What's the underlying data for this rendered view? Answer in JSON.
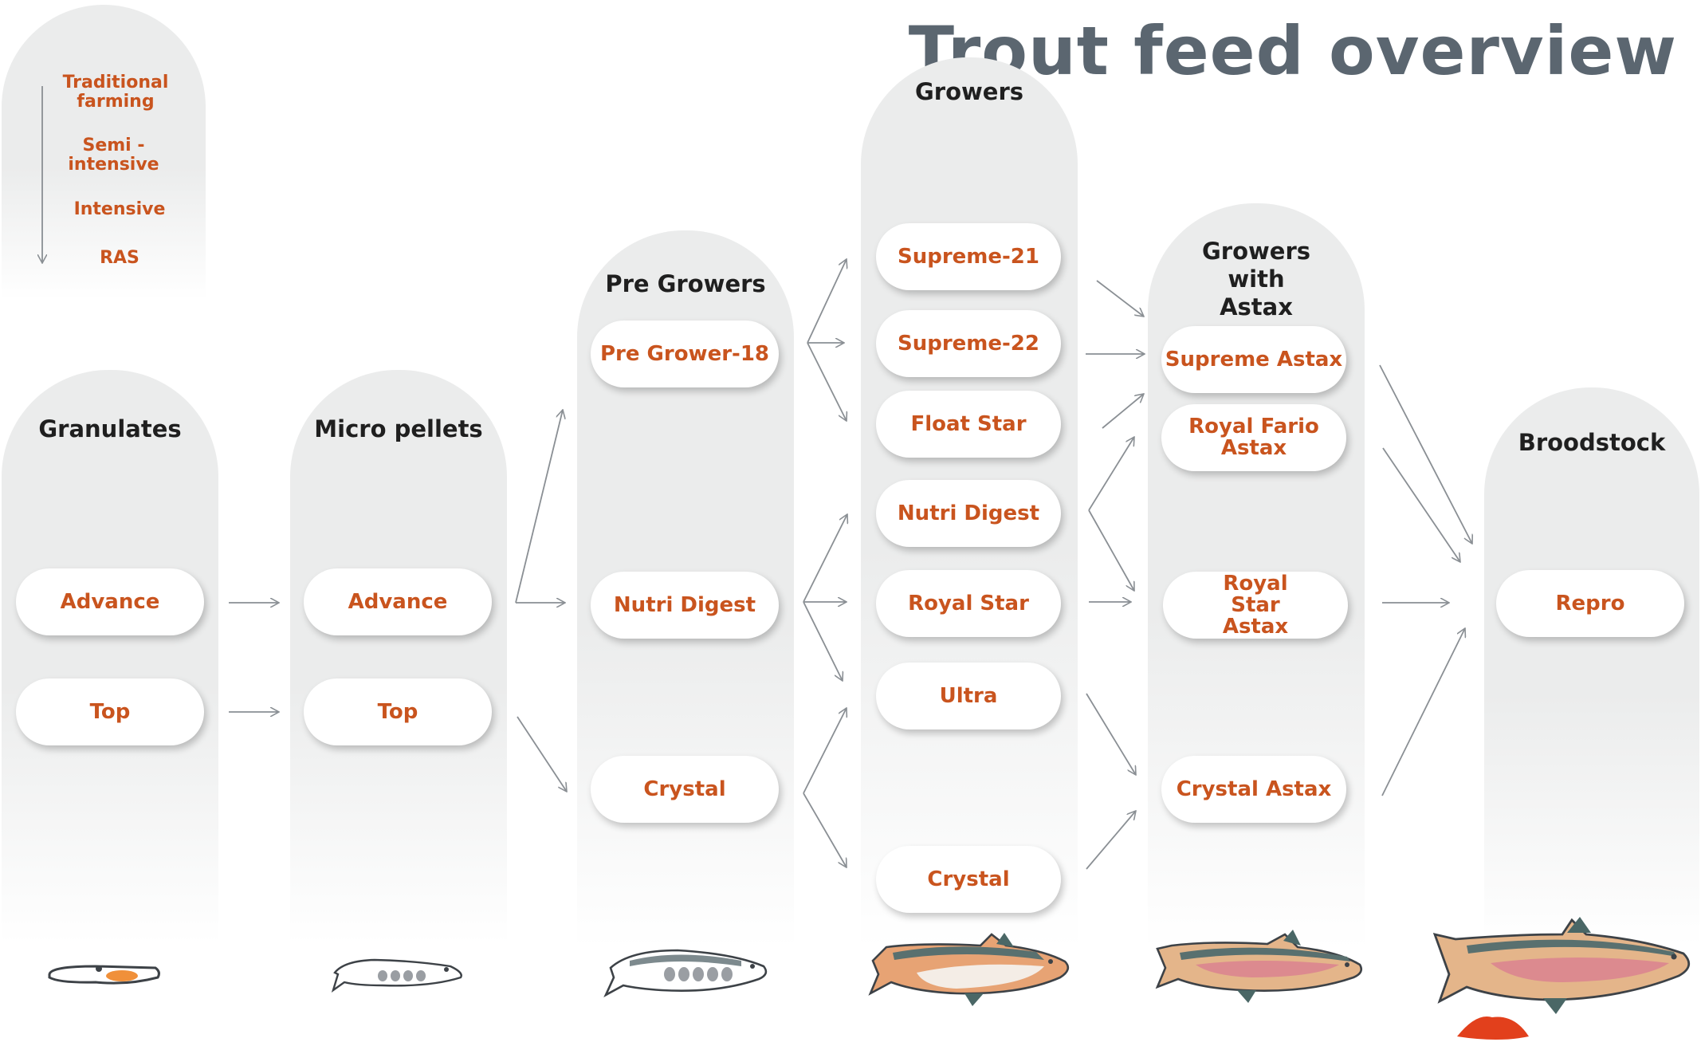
{
  "title": "Trout feed overview",
  "legend": {
    "items": [
      "Traditional farming",
      "Semi - intensive",
      "Intensive",
      "RAS"
    ]
  },
  "columns": {
    "granulates": {
      "title": "Granulates",
      "items": [
        "Advance",
        "Top"
      ]
    },
    "micro_pellets": {
      "title": "Micro pellets",
      "items": [
        "Advance",
        "Top"
      ]
    },
    "pre_growers": {
      "title": "Pre Growers",
      "items": [
        "Pre Grower-18",
        "Nutri Digest",
        "Crystal"
      ]
    },
    "growers": {
      "title": "Growers",
      "items": [
        "Supreme-21",
        "Supreme-22",
        "Float Star",
        "Nutri Digest",
        "Royal Star",
        "Ultra",
        "Crystal"
      ]
    },
    "growers_astax": {
      "title": "Growers with Astax",
      "items": [
        "Supreme Astax",
        "Royal Fario Astax",
        "Royal Star Astax",
        "Crystal Astax"
      ]
    },
    "broodstock": {
      "title": "Broodstock",
      "items": [
        "Repro"
      ]
    }
  },
  "colors": {
    "accent": "#c9541e",
    "title": "#5b6670",
    "column": "#ebecec",
    "arrow": "#8a8f94"
  }
}
